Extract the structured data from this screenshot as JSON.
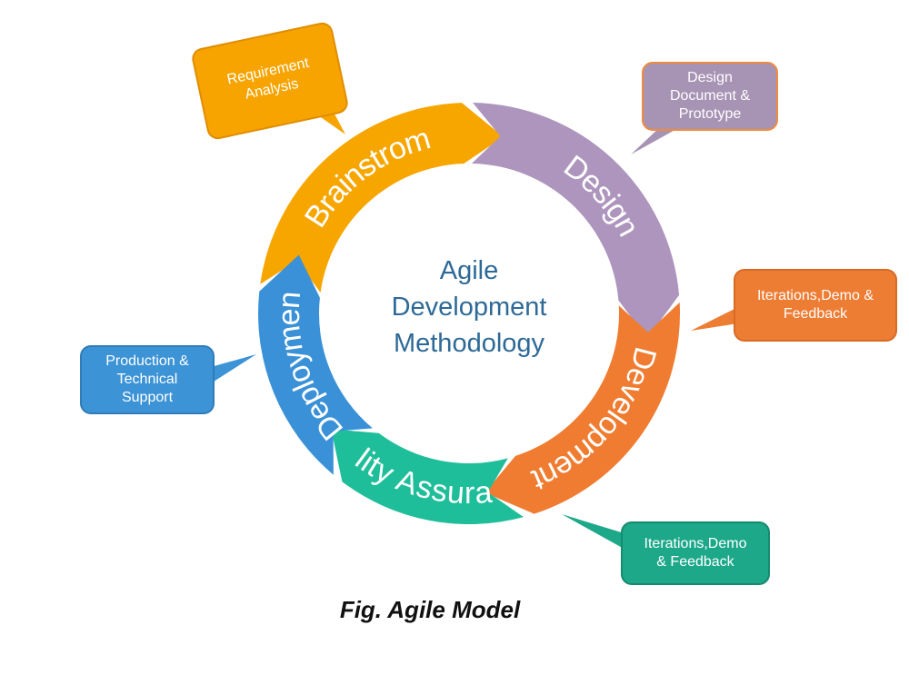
{
  "center": {
    "lines": [
      "Agile",
      "Development",
      "Methodology"
    ]
  },
  "segments": [
    {
      "id": "brainstorm",
      "label": "Brainstrom",
      "color": "#f7a600"
    },
    {
      "id": "design",
      "label": "Design",
      "color": "#ad95bd"
    },
    {
      "id": "development",
      "label": "Development",
      "color": "#ef7c30"
    },
    {
      "id": "quality-assurance",
      "label": "Quality Assurance",
      "color": "#1fbe9a"
    },
    {
      "id": "deployment",
      "label": "Deployment",
      "color": "#3a91d8"
    }
  ],
  "callouts": {
    "requirement": "Requirement\nAnalysis",
    "design": "Design\nDocument &\nPrototype",
    "development": "Iterations,Demo &\nFeedback",
    "qa": "Iterations,Demo\n& Feedback",
    "deployment": "Production &\nTechnical\nSupport"
  },
  "caption": "Fig. Agile Model"
}
